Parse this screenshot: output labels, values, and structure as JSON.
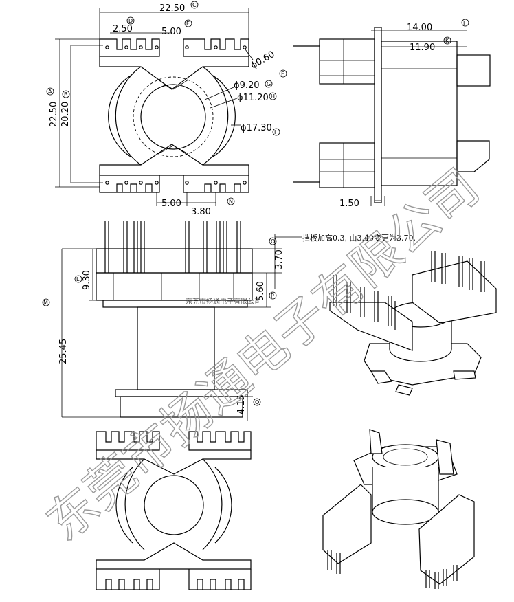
{
  "top_view": {
    "width_top": "22.50",
    "pitch_d": "2.50",
    "pitch_e": "5.00",
    "phi_f": "ϕ0.60",
    "phi_g": "ϕ9.20",
    "phi_h": "ϕ11.20",
    "phi_i": "ϕ17.30",
    "height_a": "22.50",
    "height_b": "20.20",
    "bottom_5": "5.00",
    "bottom_380": "3.80",
    "labels": [
      "A",
      "B",
      "C",
      "D",
      "E",
      "F",
      "G",
      "H",
      "I",
      "N"
    ]
  },
  "side_view": {
    "width_j": "14.00",
    "width_k": "11.90",
    "bottom_150": "1.50",
    "labels": [
      "J",
      "K"
    ]
  },
  "front_view": {
    "dim_930": "9.30",
    "dim_370": "3.70",
    "dim_560": "5.60",
    "dim_2545": "25.45",
    "dim_415": "4.15",
    "labels": [
      "L",
      "M",
      "O",
      "P",
      "Q"
    ]
  },
  "note": "挡板加高0.3, 由3.40变更为3.70.",
  "company_small": "东莞市扬通电子有限公司",
  "watermark": "东莞市扬通电子有限公司"
}
